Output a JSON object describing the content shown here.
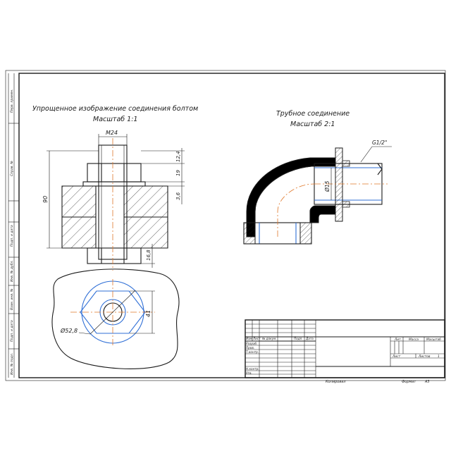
{
  "views": {
    "bolt": {
      "title": "Упрощенное изображение соединения болтом",
      "scale": "Масштаб 1:1",
      "dims": {
        "thread": "M24",
        "d1": "12,4",
        "d2": "19",
        "d3": "3,6",
        "height": "90",
        "d4": "16,8"
      }
    },
    "plan": {
      "dims": {
        "circle": "Ø52,8",
        "width": "41"
      }
    },
    "pipe": {
      "title": "Трубное соединение",
      "scale": "Масштаб 2:1",
      "dims": {
        "thread": "G1/2\"",
        "bore": "Ø15"
      }
    }
  },
  "title_block": {
    "cols": [
      "Изм",
      "Лист",
      "№ докум.",
      "Подп.",
      "Дата"
    ],
    "rows": [
      "Разраб.",
      "Пров.",
      "Т.контр.",
      "",
      "Н.контр.",
      "Утв."
    ],
    "right_header": [
      "Лит.",
      "Масса",
      "Масштаб"
    ],
    "sheet_label": "Лист",
    "sheets_label": "Листов",
    "sheets_value": "1",
    "copied": "Копировал",
    "format_label": "Формат",
    "format_value": "A3"
  },
  "side_strip": [
    "Перв. примен.",
    "Справ. №",
    "Подп. и дата",
    "Инв. № дубл.",
    "Взам. инв. №",
    "Подп. и дата",
    "Инв. № подл."
  ]
}
